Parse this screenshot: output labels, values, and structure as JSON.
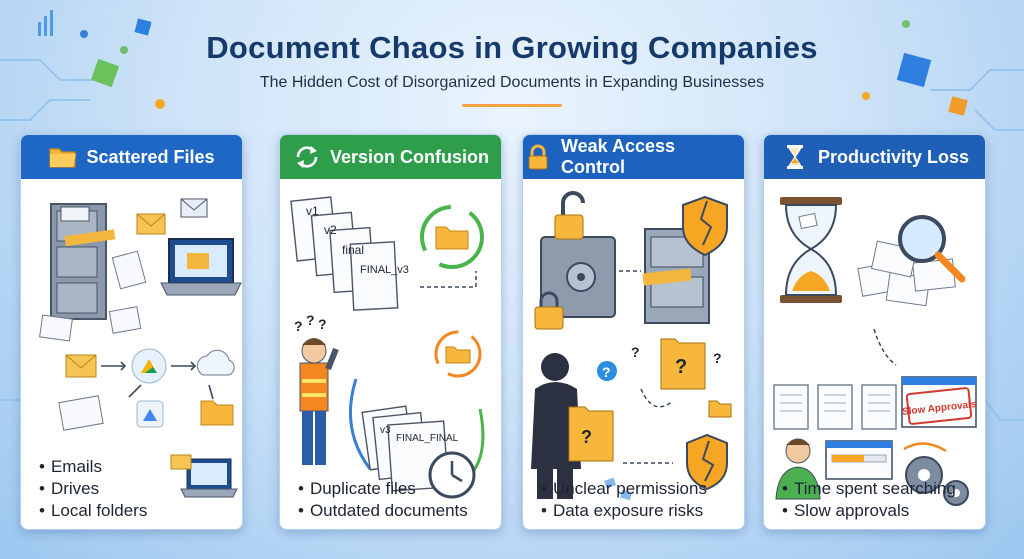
{
  "header": {
    "title": "Document Chaos in Growing Companies",
    "subtitle": "The Hidden Cost of Disorganized Documents in Expanding Businesses"
  },
  "colors": {
    "title": "#163a6b",
    "accent_rule": "#f4a340",
    "scattered": "#1f67c5",
    "version": "#2e9e4a",
    "access": "#1d62bf",
    "productivity": "#1f5fb6"
  },
  "cards": [
    {
      "title": "Scattered Files",
      "icon": "folder-icon",
      "bullets": [
        "Emails",
        "Drives",
        "Local folders"
      ]
    },
    {
      "title": "Version Confusion",
      "icon": "refresh-icon",
      "labels": [
        "v1",
        "v2",
        "final",
        "FINAL_v3",
        "FINAL_FINAL",
        "v3"
      ],
      "bullets": [
        "Duplicate files",
        "Outdated documents"
      ]
    },
    {
      "title": "Weak Access Control",
      "icon": "lock-icon",
      "bullets": [
        "Unclear permissions",
        "Data exposure risks"
      ]
    },
    {
      "title": "Productivity Loss",
      "icon": "hourglass-icon",
      "stamp": "Slow Approvals",
      "bullets": [
        "Time spent searching",
        "Slow approvals"
      ]
    }
  ]
}
